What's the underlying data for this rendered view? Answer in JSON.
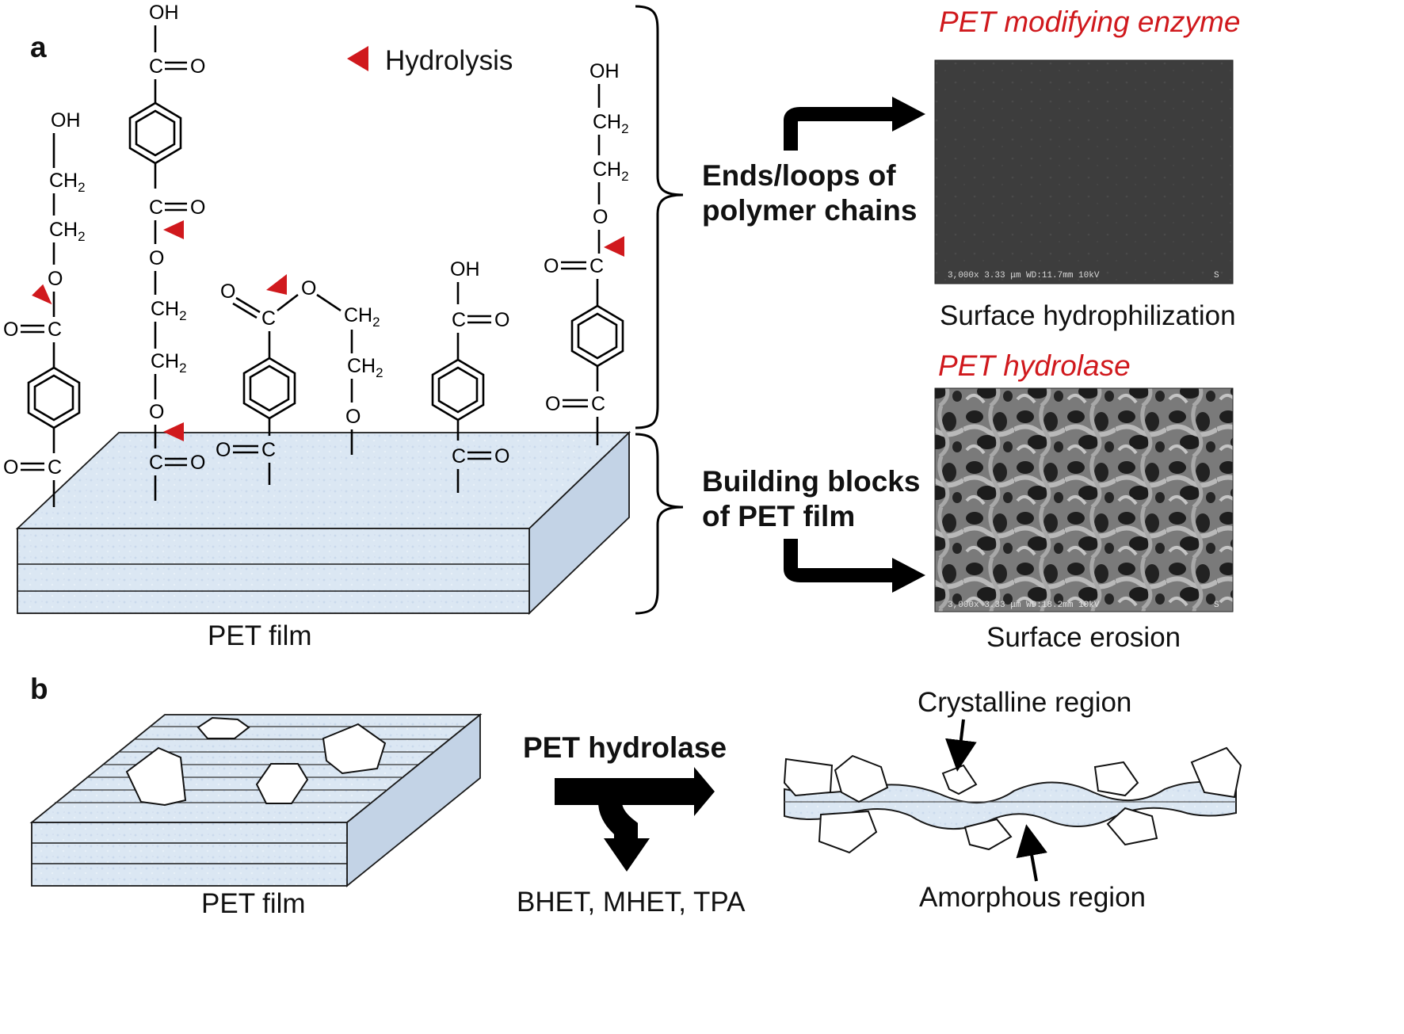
{
  "panel_a": {
    "label": "a",
    "legend": "Hydrolysis",
    "film_caption": "PET film",
    "upper_brace_line1": "Ends/loops of",
    "upper_brace_line2": "polymer chains",
    "lower_brace_line1": "Building blocks",
    "lower_brace_line2": "of PET film",
    "enzyme_top": "PET modifying enzyme",
    "sem_top_caption": "Surface hydrophilization",
    "sem_top_info": "3,000x  3.33 μm  WD:11.7mm  10kV",
    "sem_top_mark": "S",
    "enzyme_bottom": "PET hydrolase",
    "sem_bottom_caption": "Surface erosion",
    "sem_bottom_info": "3,000x  3.33 μm  WD:18.2mm  10kV",
    "sem_bottom_mark": "S",
    "chem": {
      "oh": "OH",
      "ch2": "CH",
      "sub2": "2",
      "o": "O",
      "c": "C"
    }
  },
  "panel_b": {
    "label": "b",
    "film_caption": "PET film",
    "enzyme": "PET hydrolase",
    "products": "BHET, MHET, TPA",
    "crystalline": "Crystalline region",
    "amorphous": "Amorphous region"
  },
  "colors": {
    "accent_red": "#d0191d",
    "film_fill": "#dde8f4",
    "film_edge": "#1a1a1a"
  }
}
